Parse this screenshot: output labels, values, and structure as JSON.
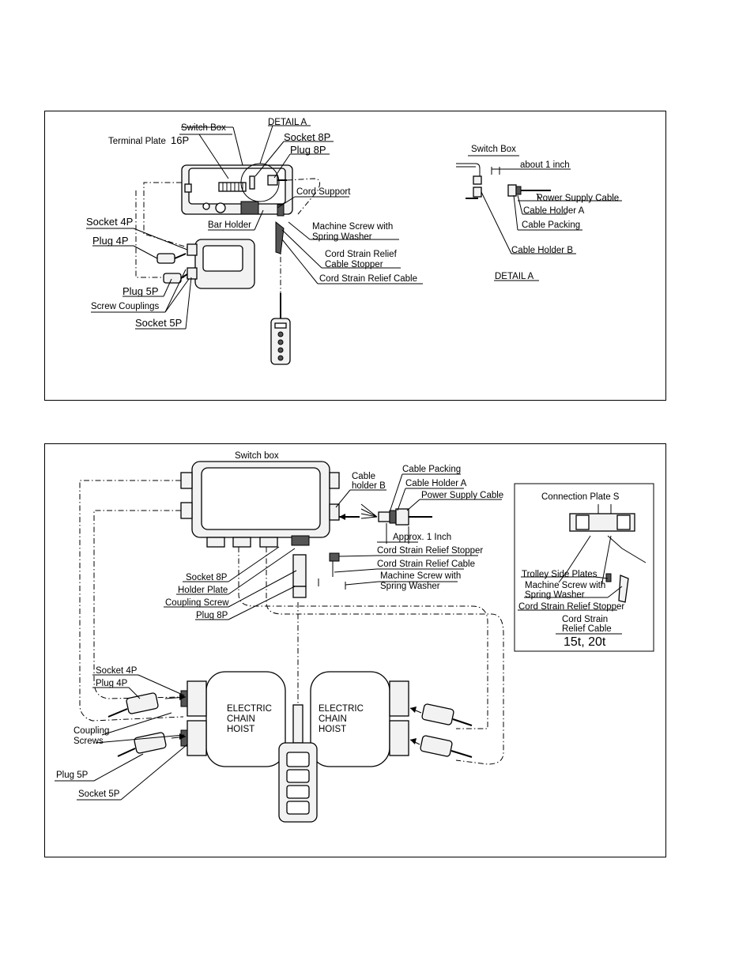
{
  "detail_a_figure": {
    "switch_box": "Switch Box",
    "detail_a_callout": "DETAIL A",
    "terminal_plate": "Terminal Plate",
    "terminal_plate_count": "16P",
    "socket_8p": "Socket 8P",
    "plug_8p": "Plug 8P",
    "cord_support": "Cord Support",
    "bar_holder": "Bar Holder",
    "socket_4p": "Socket 4P",
    "plug_4p": "Plug 4P",
    "plug_5p": "Plug 5P",
    "screw_couplings": "Screw Couplings",
    "socket_5p": "Socket 5P",
    "machine_screw_line1": "Machine Screw with",
    "machine_screw_line2": "Spring Washer",
    "strain_stopper_line1": "Cord Strain Relief",
    "strain_stopper_line2": "Cable Stopper",
    "strain_cable": "Cord Strain Relief Cable",
    "detail": {
      "switch_box": "Switch Box",
      "about_1_inch": "about 1 inch",
      "power_supply_cable": "Power Supply Cable",
      "cable_holder_a": "Cable Holder A",
      "cable_packing": "Cable Packing",
      "cable_holder_b": "Cable Holder B",
      "title": "DETAIL A"
    }
  },
  "twin_hoist_figure": {
    "switch_box": "Switch box",
    "cable_holder_b_line1": "Cable",
    "cable_holder_b_line2": "holder B",
    "cable_packing": "Cable Packing",
    "cable_holder_a": "Cable Holder A",
    "power_supply_cable": "Power Supply Cable",
    "approx_1_inch": "Approx. 1 Inch",
    "strain_stopper": "Cord Strain Relief Stopper",
    "strain_cable": "Cord Strain Relief Cable",
    "machine_screw_line1": "Machine Screw with",
    "machine_screw_line2": "Spring Washer",
    "socket_8p": "Socket 8P",
    "holder_plate": "Holder Plate",
    "coupling_screw": "Coupling Screw",
    "plug_8p": "Plug 8P",
    "socket_4p": "Socket 4P",
    "plug_4p": "Plug 4P",
    "coupling_screws_line1": "Coupling",
    "coupling_screws_line2": "Screws",
    "plug_5p": "Plug 5P",
    "socket_5p": "Socket 5P",
    "hoist_left": [
      "ELECTRIC",
      "CHAIN",
      "HOIST"
    ],
    "hoist_right": [
      "ELECTRIC",
      "CHAIN",
      "HOIST"
    ],
    "inset": {
      "connection_plate": "Connection Plate S",
      "trolley_side_plates": "Trolley Side Plates",
      "machine_screw_line1": "Machine Screw with",
      "machine_screw_line2": "Spring Washer",
      "strain_stopper": "Cord Strain Relief Stopper",
      "strain_cable_line1": "Cord Strain",
      "strain_cable_line2": "Relief Cable",
      "capacity": "15t, 20t"
    }
  }
}
